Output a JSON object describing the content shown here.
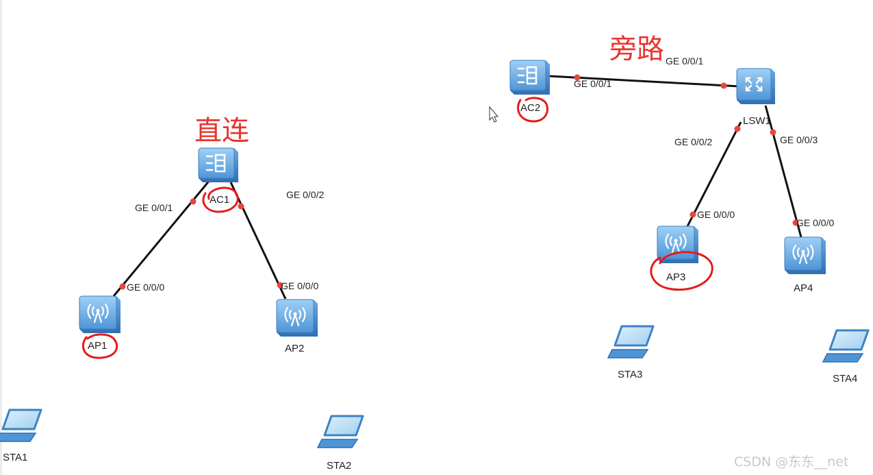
{
  "annotations": {
    "direct": "直连",
    "bypass": "旁路"
  },
  "devices": {
    "AC1": "AC1",
    "AC2": "AC2",
    "LSW1": "LSW1",
    "AP1": "AP1",
    "AP2": "AP2",
    "AP3": "AP3",
    "AP4": "AP4",
    "STA1": "STA1",
    "STA2": "STA2",
    "STA3": "STA3",
    "STA4": "STA4"
  },
  "ports": {
    "ac1_left": "GE 0/0/1",
    "ac1_right": "GE 0/0/2",
    "ap1_port": "GE 0/0/0",
    "ap2_port": "GE 0/0/0",
    "ac2_port": "GE 0/0/1",
    "lsw1_top": "GE 0/0/1",
    "lsw1_left": "GE 0/0/2",
    "lsw1_right": "GE 0/0/3",
    "ap3_port": "GE 0/0/0",
    "ap4_port": "GE 0/0/0"
  },
  "watermark": "CSDN @东东__net",
  "colors": {
    "annotation": "#e8342f",
    "link_dot": "#e8463e",
    "device_blue": "#5a9fdc"
  }
}
